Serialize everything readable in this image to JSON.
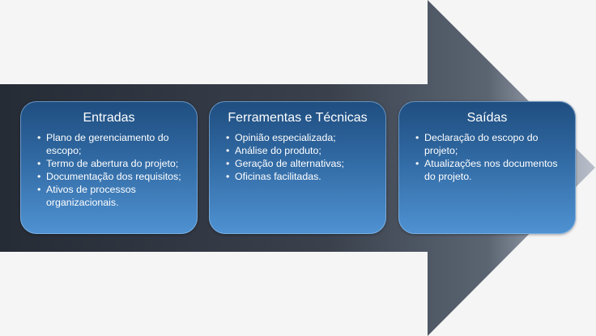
{
  "diagram": {
    "colors": {
      "background": "#f5f5f5",
      "arrow_dark": "#2b323d",
      "arrow_mid": "#555e6c",
      "arrow_light": "#b3bac6",
      "box_top": "#1f4e80",
      "box_bottom": "#4f92d2",
      "text": "#ffffff"
    },
    "boxes": [
      {
        "title": "Entradas",
        "items": [
          "Plano de gerenciamento do escopo;",
          "Termo de abertura do projeto;",
          "Documentação dos requisitos;",
          "Ativos de processos organizacionais."
        ]
      },
      {
        "title": "Ferramentas e Técnicas",
        "items": [
          "Opinião especializada;",
          "Análise do produto;",
          "Geração de alternativas;",
          "Oficinas facilitadas."
        ]
      },
      {
        "title": "Saídas",
        "items": [
          "Declaração do escopo do projeto;",
          "Atualizações nos documentos do projeto."
        ]
      }
    ]
  }
}
